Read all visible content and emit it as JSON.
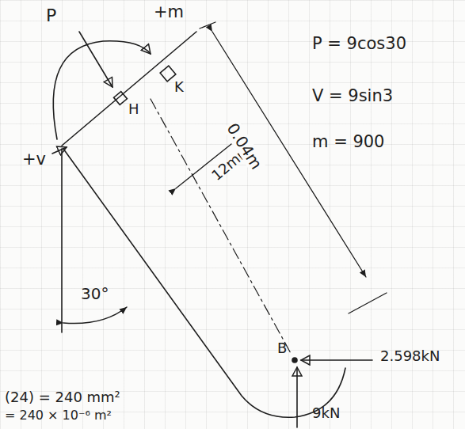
{
  "diagram": {
    "labels": [
      "P",
      "+m",
      "+v",
      "H",
      "K",
      "12mm",
      "0.04m",
      "30°",
      "B",
      "2.598kN",
      "9kN",
      "P = 9cos30",
      "V = 9sin3",
      "m = 900",
      "(24) = 240 mm²",
      "= 240 × 10⁻⁶ m²"
    ]
  }
}
